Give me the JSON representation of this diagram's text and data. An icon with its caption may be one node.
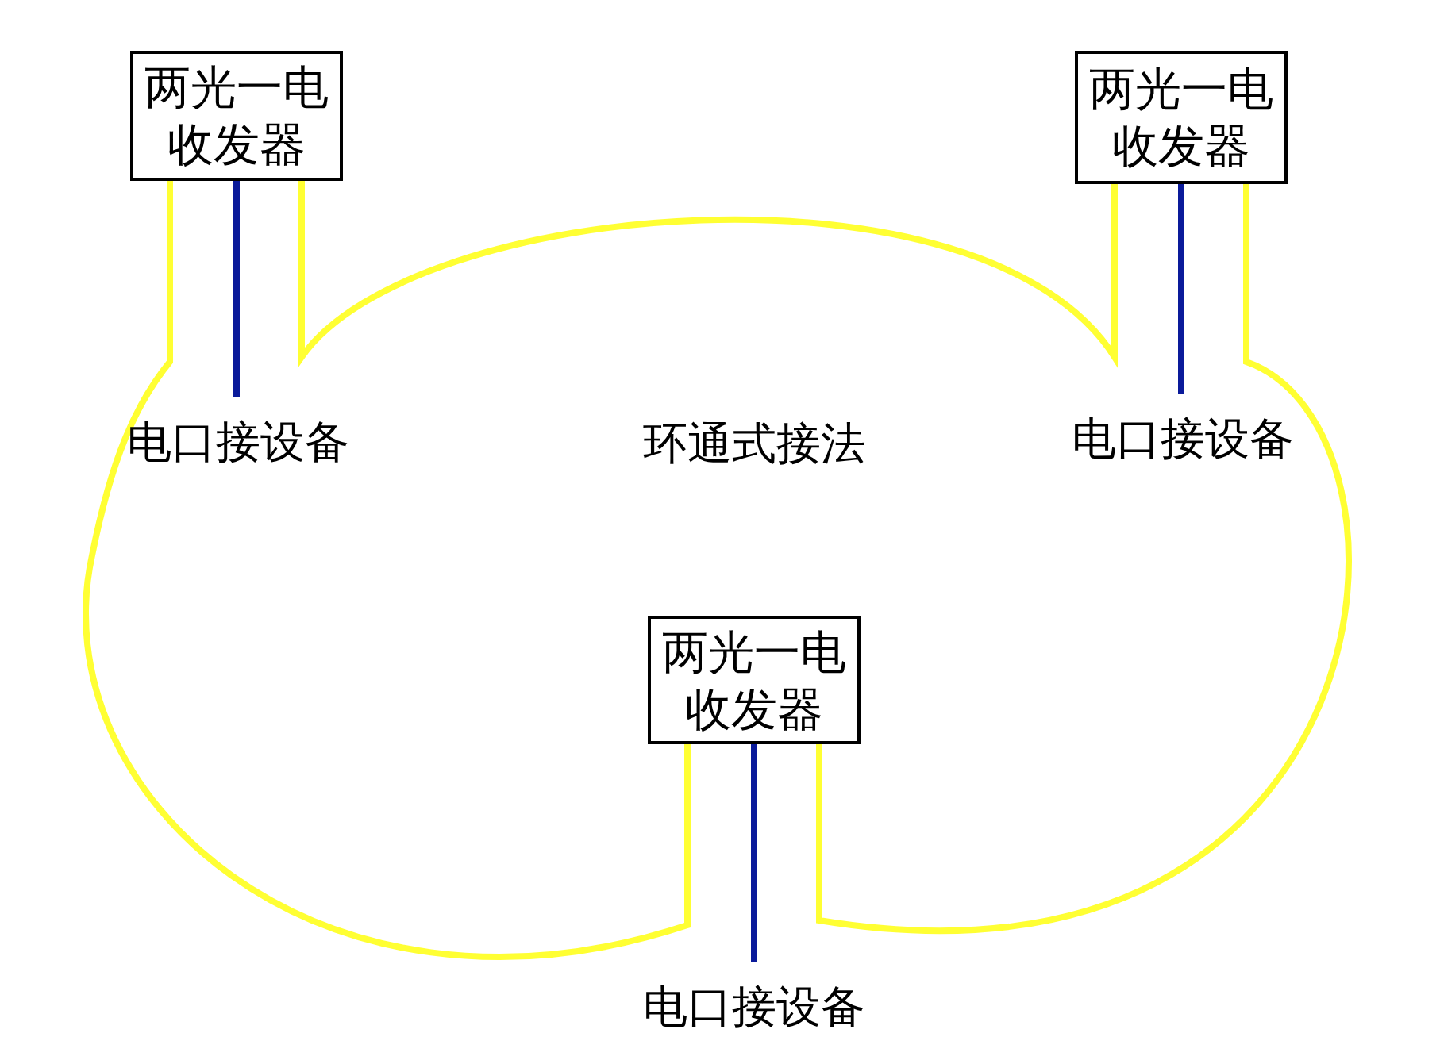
{
  "diagram": {
    "nodes": [
      {
        "text": [
          "两光一电收发器"
        ]
      },
      {
        "text": [
          "两光一电收发器"
        ]
      },
      {
        "text": [
          "两光一电收发器"
        ]
      },
      {
        "text": [
          "电口接设备"
        ]
      },
      {
        "text": [
          "电口接设备"
        ]
      },
      {
        "text": [
          "电口接设备"
        ]
      }
    ],
    "edges": [
      {
        "from": 0,
        "to": 1,
        "arrow": "none",
        "color": "#ffff33"
      },
      {
        "from": 1,
        "to": 2,
        "arrow": "none",
        "color": "#ffff33"
      },
      {
        "from": 2,
        "to": 0,
        "arrow": "none",
        "color": "#ffff33"
      },
      {
        "from": 0,
        "to": 3,
        "arrow": "none",
        "color": "#0a1a9a"
      },
      {
        "from": 1,
        "to": 4,
        "arrow": "none",
        "color": "#0a1a9a"
      },
      {
        "from": 2,
        "to": 5,
        "arrow": "none",
        "color": "#0a1a9a"
      }
    ],
    "labels": [
      "环通式接法"
    ]
  }
}
